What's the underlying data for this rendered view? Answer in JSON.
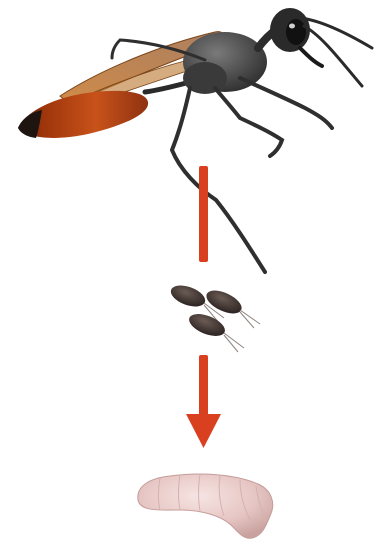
{
  "figure": {
    "items": [
      {
        "id": "wasp",
        "icon": "wasp-illustration"
      },
      {
        "id": "arrow-1",
        "icon": "arrow-down-icon"
      },
      {
        "id": "prey",
        "icon": "beetle-group-illustration",
        "count": 3
      },
      {
        "id": "arrow-2",
        "icon": "arrow-down-icon"
      },
      {
        "id": "larva",
        "icon": "larva-illustration"
      }
    ],
    "colors": {
      "arrow": "#d9401f",
      "wasp_body": "#3a3a3a",
      "wasp_abdomen": "#b8420f",
      "wasp_wing": "#b3641e",
      "beetle": "#3b3330",
      "larva": "#ead0cf"
    }
  }
}
